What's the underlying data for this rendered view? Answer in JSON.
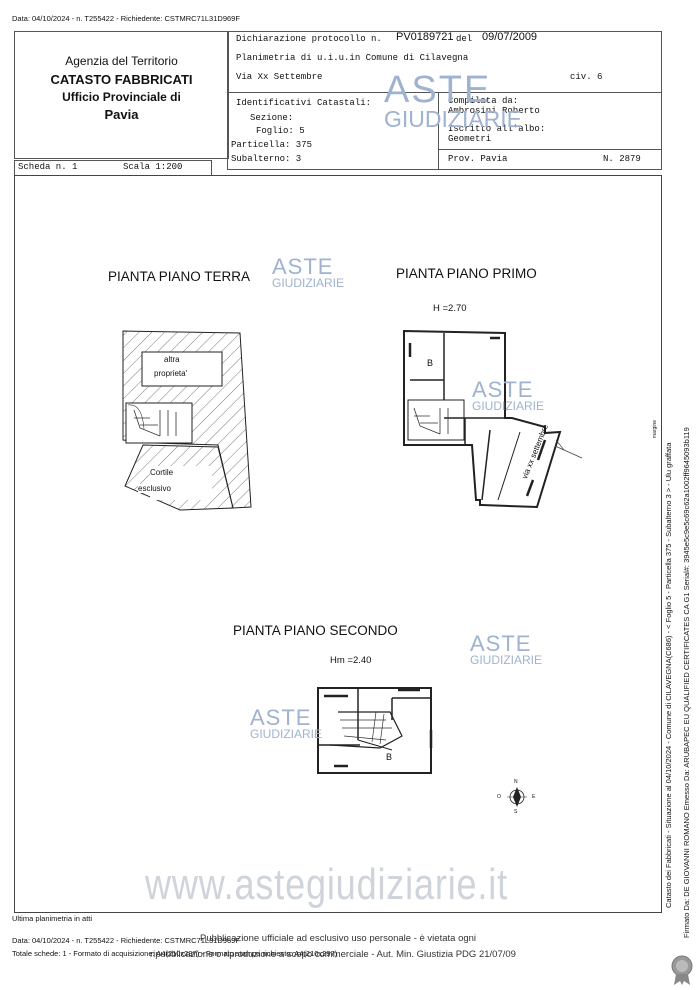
{
  "top_stamp": "Data: 04/10/2024 - n. T255422 - Richiedente: CSTMRC71L31D969F",
  "agency": {
    "line1": "Agenzia del Territorio",
    "line2": "CATASTO FABBRICATI",
    "line3": "Ufficio Provinciale di",
    "line4": "Pavia"
  },
  "header": {
    "protocol_label": "Dichiarazione protocollo n.",
    "protocol_number": "PV0189721",
    "protocol_del": "del",
    "protocol_date": "09/07/2009",
    "planimetria": "Planimetria di u.i.u.in Comune di Cilavegna",
    "via": "Via Xx Settembre",
    "civ": "civ. 6",
    "identificativi": "Identificativi Catastali:",
    "sezione": "Sezione:",
    "foglio": "Foglio: 5",
    "particella": "Particella: 375",
    "subalterno": "Subalterno: 3",
    "compilata_da": "Compilata da:",
    "compilatore": "Ambrosini Roberto",
    "iscritto": "Iscritto all'albo:",
    "albo": "Geometri",
    "prov": "Prov. Pavia",
    "numero": "N.   2879"
  },
  "scheda": "Scheda n. 1",
  "scala": "Scala 1:200",
  "plans": {
    "terra": "PIANTA PIANO TERRA",
    "primo": "PIANTA PIANO PRIMO",
    "secondo": "PIANTA PIANO SECONDO",
    "h_primo": "H =2.70",
    "h_secondo": "Hm =2.40",
    "altra1": "altra",
    "altra2": "proprieta'",
    "cortile1": "Cortile",
    "cortile2": "esclusivo",
    "b_label": "B",
    "street": "via xx settembre"
  },
  "compass": {
    "n": "N",
    "s": "S",
    "e": "E",
    "o": "O"
  },
  "watermark": {
    "aste": "ASTE",
    "giudiziarie": "GIUDIZIARIE",
    "site": "www.astegiudiziarie.it"
  },
  "side": {
    "line1": "Catasto dei Fabbricati - Situazione al 04/10/2024 - Comune di CILAVEGNA(C686) - < Foglio 5 - Particella 375 - Subalterno 3 > - Ulu graffata",
    "line2": "Firmato Da: DE GIOVANNI ROMANO Emesso Da: ARUBAPEC EU QUALIFIED CERTIFICATES CA G1 Serial#: 3945e5c9e5c69c62a1002ff9645093b119",
    "margin_mark": "margine"
  },
  "footer": {
    "ultima": "Ultima planimetria in atti",
    "stamp": "Data: 04/10/2024 - n. T255422 - Richiedente: CSTMRC71L31D969F",
    "totale": "Totale schede: 1 - Formato di acquisizione: A4(210x297) - Formato stampa richiesto: A4(210x297)",
    "pub1": "Pubblicazione ufficiale ad esclusivo uso personale - è vietata ogni",
    "pub2": "ripubblicazione o riproduzione a scopo commerciale - Aut. Min. Giustizia PDG 21/07/09"
  }
}
